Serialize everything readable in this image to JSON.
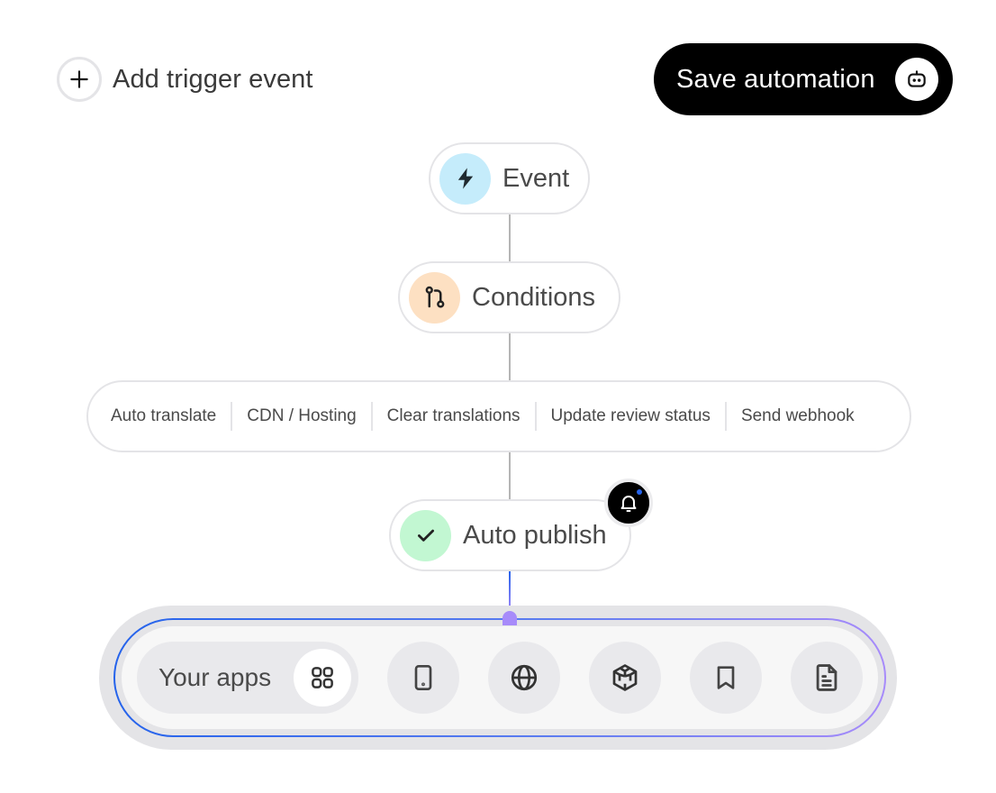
{
  "header": {
    "add_trigger_label": "Add trigger event",
    "save_label": "Save automation"
  },
  "flow": {
    "nodes": [
      {
        "id": "event",
        "label": "Event",
        "icon": "lightning-icon",
        "badge_color": "#c5ecfb"
      },
      {
        "id": "conditions",
        "label": "Conditions",
        "icon": "git-branch-icon",
        "badge_color": "#fde0c2"
      },
      {
        "id": "auto_publish",
        "label": "Auto publish",
        "icon": "check-icon",
        "badge_color": "#c2f7d2"
      }
    ],
    "actions": [
      "Auto translate",
      "CDN / Hosting",
      "Clear translations",
      "Update review status",
      "Send webhook"
    ],
    "notification": {
      "icon": "bell-icon",
      "unread": true,
      "dot_color": "#2563eb"
    }
  },
  "dock": {
    "apps_label": "Your apps",
    "apps_icon": "grid-icon",
    "buttons": [
      {
        "icon": "mobile-icon"
      },
      {
        "icon": "globe-icon"
      },
      {
        "icon": "package-icon"
      },
      {
        "icon": "bookmark-icon"
      },
      {
        "icon": "document-icon"
      }
    ],
    "accent_gradient": [
      "#2563eb",
      "#a78bfa"
    ]
  }
}
